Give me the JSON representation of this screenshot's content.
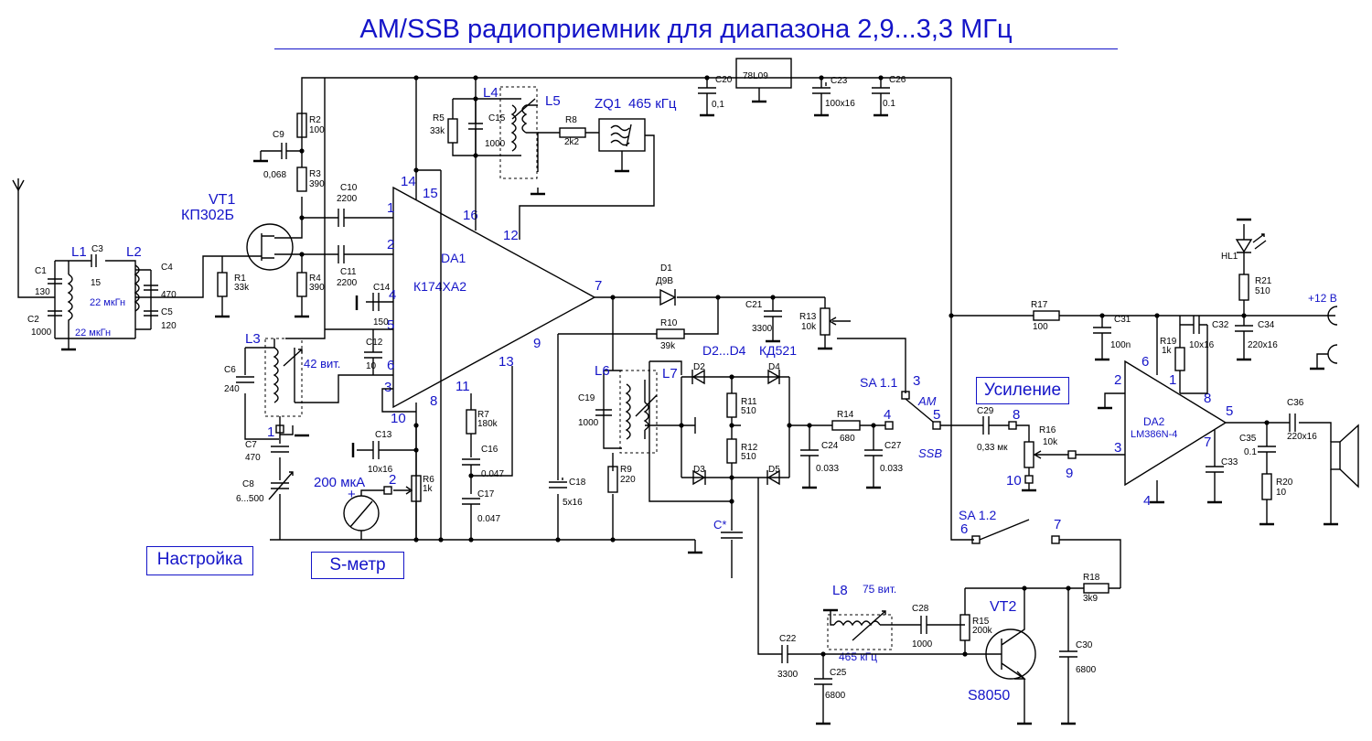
{
  "title": "AM/SSB радиоприемник для диапазона 2,9...3,3 МГц",
  "boxes": {
    "tuning": "Настройка",
    "smeter": "S-метр",
    "gain": "Усиление"
  },
  "colors": {
    "accent": "#1414c8",
    "wire": "#000000",
    "background": "#ffffff"
  },
  "chips": {
    "da1": {
      "ref": "DA1",
      "part": "К174ХА2"
    },
    "da2": {
      "ref": "DA2",
      "part": "LM386N-4"
    },
    "reg": "78L09"
  },
  "transistors": {
    "vt1": {
      "ref": "VT1",
      "part": "КП302Б"
    },
    "vt2": {
      "ref": "VT2",
      "part": "S8050"
    }
  },
  "inductors": {
    "l1": "L1",
    "l2": "L2",
    "l3": "L3",
    "l4": "L4",
    "l5": "L5",
    "l6": "L6",
    "l7": "L7",
    "l8": "L8",
    "l1_val": "22 мкГн",
    "l2_val": "22 мкГн",
    "l3_turns": "42 вит.",
    "l8_turns": "75 вит.",
    "l8_freq": "465 кГц"
  },
  "zq1": {
    "ref": "ZQ1",
    "freq": "465 кГц"
  },
  "diodes": {
    "d1": "D1",
    "d1_part": "Д9В",
    "d2d4": "D2...D4",
    "d2d4_part": "КД521",
    "d2": "D2",
    "d3": "D3",
    "d4": "D4",
    "d5": "D5"
  },
  "meter": {
    "value": "200 мкА",
    "plus": "+"
  },
  "caps": {
    "c1": "C1",
    "c1v": "130",
    "c2": "C2",
    "c2v": "1000",
    "c3": "C3",
    "c3v": "15",
    "c4": "C4",
    "c4v": "470",
    "c5": "C5",
    "c5v": "120",
    "c6": "C6",
    "c6v": "240",
    "c7": "C7",
    "c7v": "470",
    "c8": "C8",
    "c8v": "6...500",
    "c9": "C9",
    "c9v": "0,068",
    "c10": "C10",
    "c10v": "2200",
    "c11": "C11",
    "c11v": "2200",
    "c12": "C12",
    "c12v": "10",
    "c13": "C13",
    "c13v": "10x16",
    "c14": "C14",
    "c14v": "150",
    "c15": "C15",
    "c15v": "1000",
    "c16": "C16",
    "c16v": "0.047",
    "c17": "C17",
    "c17v": "0.047",
    "c18": "C18",
    "c18v": "5x16",
    "c19": "C19",
    "c19v": "1000",
    "c20": "C20",
    "c20v": "0,1",
    "c21": "C21",
    "c21v": "3300",
    "c22": "C22",
    "c22v": "3300",
    "c23": "C23",
    "c23v": "100x16",
    "c24": "C24",
    "c24v": "0.033",
    "c25": "C25",
    "c25v": "6800",
    "c26": "C26",
    "c26v": "0.1",
    "c27": "C27",
    "c27v": "0.033",
    "c28": "C28",
    "c28v": "1000",
    "c29": "C29",
    "c29v": "0,33 мк",
    "c30": "C30",
    "c30v": "6800",
    "c31": "C31",
    "c31v": "100n",
    "c32": "C32",
    "c32v": "10x16",
    "c33": "C33",
    "c34": "C34",
    "c34v": "220x16",
    "c35": "C35",
    "c35v": "0.1",
    "c36": "C36",
    "c36v": "220x16",
    "cstar": "C*"
  },
  "resistors": {
    "r1": "R1",
    "r1v": "33k",
    "r2": "R2",
    "r2v": "100",
    "r3": "R3",
    "r3v": "390",
    "r4": "R4",
    "r4v": "390",
    "r5": "R5",
    "r5v": "33k",
    "r6": "R6",
    "r6v": "1k",
    "r7": "R7",
    "r7v": "180k",
    "r8": "R8",
    "r8v": "2k2",
    "r9": "R9",
    "r9v": "220",
    "r10": "R10",
    "r10v": "39k",
    "r11": "R11",
    "r11v": "510",
    "r12": "R12",
    "r12v": "510",
    "r13": "R13",
    "r13v": "10k",
    "r14": "R14",
    "r14v": "680",
    "r15": "R15",
    "r15v": "200k",
    "r16": "R16",
    "r16v": "10k",
    "r17": "R17",
    "r17v": "100",
    "r18": "R18",
    "r18v": "3k9",
    "r19": "R19",
    "r19v": "1k",
    "r20": "R20",
    "r20v": "10",
    "r21": "R21",
    "r21v": "510"
  },
  "switches": {
    "sa11": "SA 1.1",
    "sa12": "SA 1.2",
    "am": "AM",
    "ssb": "SSB"
  },
  "led": "HL1",
  "supply": "+12 В",
  "pins": {
    "da1": [
      "1",
      "2",
      "3",
      "4",
      "5",
      "6",
      "7",
      "8",
      "9",
      "10",
      "11",
      "12",
      "13",
      "14",
      "15",
      "16"
    ],
    "da2": [
      "1",
      "2",
      "3",
      "4",
      "5",
      "6",
      "7",
      "8"
    ],
    "nodes": [
      "1",
      "2",
      "3",
      "4",
      "5",
      "6",
      "7",
      "8",
      "9",
      "10"
    ]
  }
}
